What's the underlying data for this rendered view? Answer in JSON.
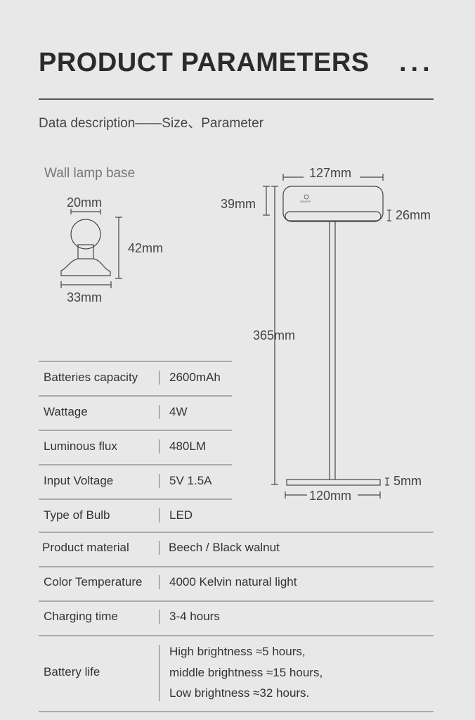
{
  "header": {
    "title": "PRODUCT PARAMETERS",
    "dots": "...",
    "subtitle": "Data description——Size、Parameter"
  },
  "wall_base": {
    "label": "Wall lamp base",
    "width_top": "20mm",
    "height": "42mm",
    "width_bottom": "33mm"
  },
  "lamp": {
    "head_width": "127mm",
    "head_height": "39mm",
    "head_thickness": "26mm",
    "total_height": "365mm",
    "base_thickness": "5mm",
    "base_width": "120mm",
    "button_label": "ON/OFF"
  },
  "parameters": [
    {
      "label": "Batteries capacity",
      "value": [
        "2600mAh"
      ]
    },
    {
      "label": "Wattage",
      "value": [
        "4W"
      ]
    },
    {
      "label": "Luminous flux",
      "value": [
        "480LM"
      ]
    },
    {
      "label": "Input Voltage",
      "value": [
        "5V 1.5A"
      ]
    },
    {
      "label": "Type of Bulb",
      "value": [
        "LED"
      ]
    },
    {
      "label": "Product material",
      "value": [
        "Beech / Black walnut"
      ]
    },
    {
      "label": "Color Temperature",
      "value": [
        "4000 Kelvin natural light"
      ]
    },
    {
      "label": "Charging time",
      "value": [
        "3-4 hours"
      ]
    },
    {
      "label": "Battery life",
      "value": [
        "High brightness ≈5 hours,",
        "middle brightness ≈15 hours,",
        "Low brightness ≈32 hours."
      ]
    }
  ]
}
